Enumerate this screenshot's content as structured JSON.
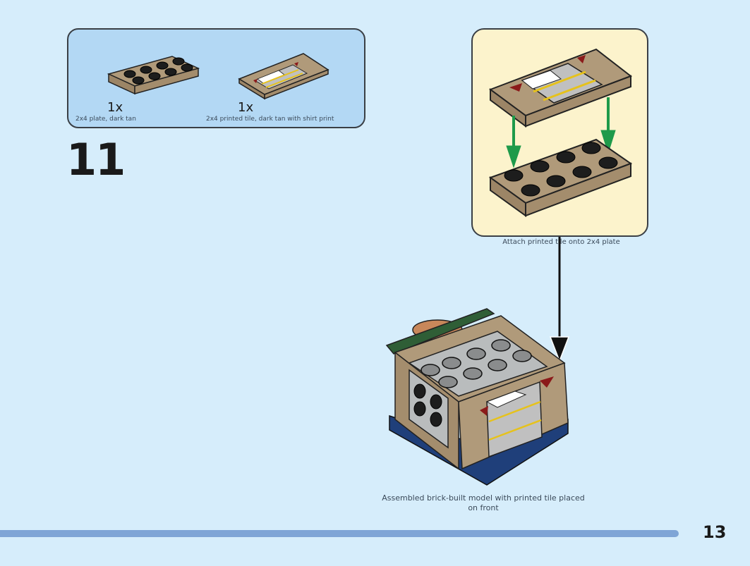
{
  "parts_list": {
    "items": [
      {
        "name": "2x4 plate, dark tan",
        "quantity": "1x",
        "icon": "plate-2x4-icon"
      },
      {
        "name": "2x4 printed tile, dark tan with shirt print",
        "quantity": "1x",
        "icon": "printed-tile-2x4-icon"
      }
    ]
  },
  "step": {
    "number": "11"
  },
  "callout": {
    "description": "Attach printed tile onto 2x4 plate",
    "icons": [
      "printed-tile-icon",
      "green-down-arrow-icon",
      "plate-2x4-icon"
    ]
  },
  "model": {
    "description": "Assembled brick-built model with printed tile placed on front"
  },
  "footer": {
    "page_number": "13",
    "progress_percent": 90
  },
  "colors": {
    "background": "#d6edfb",
    "parts_panel": "#b3d8f4",
    "callout_panel": "#fcf3cc",
    "dark_tan": "#b09a7a",
    "arrow_green": "#1e9a4a",
    "progress_bar": "#7fa5d6"
  }
}
